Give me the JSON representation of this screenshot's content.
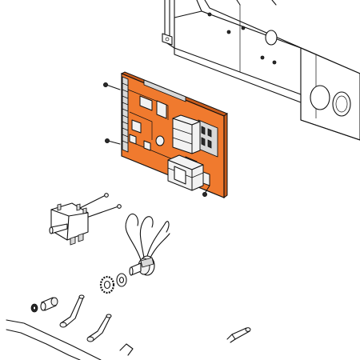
{
  "diagram": {
    "parts": [
      {
        "id": "chassis-enclosure",
        "label": ""
      },
      {
        "id": "control-circuit-board",
        "label": ""
      },
      {
        "id": "board-transformer",
        "label": ""
      },
      {
        "id": "rotary-selector-switch",
        "label": ""
      },
      {
        "id": "potentiometer",
        "label": ""
      },
      {
        "id": "lock-washer",
        "label": ""
      },
      {
        "id": "flat-washer",
        "label": ""
      },
      {
        "id": "indicator-lamp",
        "label": ""
      },
      {
        "id": "knob-shaft",
        "label": ""
      },
      {
        "id": "thermostat-probe",
        "label": ""
      }
    ]
  },
  "colors": {
    "pcb": "#f07a2e",
    "pcb_dark": "#c75a1a",
    "line": "#111111",
    "metal": "#f2f2f2"
  }
}
